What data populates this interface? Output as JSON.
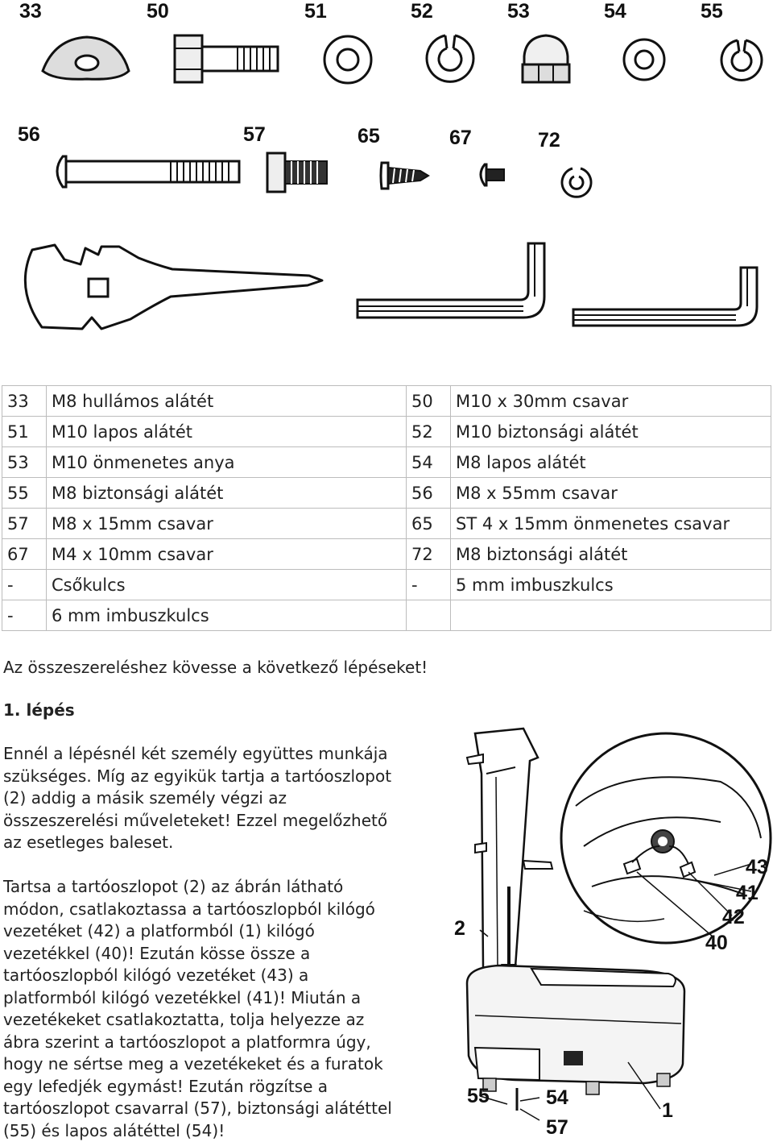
{
  "hardware_labels": [
    "33",
    "50",
    "51",
    "52",
    "53",
    "54",
    "55",
    "56",
    "57",
    "65",
    "67",
    "72"
  ],
  "parts_table": [
    [
      "33",
      "M8 hullámos alátét",
      "50",
      "M10 x 30mm csavar"
    ],
    [
      "51",
      "M10 lapos alátét",
      "52",
      "M10 biztonsági alátét"
    ],
    [
      "53",
      "M10 önmenetes anya",
      "54",
      "M8 lapos alátét"
    ],
    [
      "55",
      "M8 biztonsági alátét",
      "56",
      "M8 x 55mm csavar"
    ],
    [
      "57",
      "M8 x 15mm csavar",
      "65",
      "ST 4 x 15mm önmenetes csavar"
    ],
    [
      "67",
      "M4 x 10mm csavar",
      "72",
      "M8 biztonsági alátét"
    ],
    [
      "-",
      "Csőkulcs",
      "-",
      "5 mm imbuszkulcs"
    ],
    [
      "-",
      "6 mm imbuszkulcs",
      "",
      ""
    ]
  ],
  "intro": "Az összeszereléshez kövesse a következő lépéseket!",
  "step_title": "1. lépés",
  "para1": [
    "Ennél a lépésnél két személy együttes munkája",
    "szükséges. Míg az egyikük tartja a tartóoszlopot",
    "(2) addig a másik személy végzi az",
    "összeszerelési műveleteket! Ezzel megelőzhető",
    "az esetleges baleset."
  ],
  "para2": [
    "Tartsa a tartóoszlopot (2) az ábrán látható",
    "módon, csatlakoztassa a tartóoszlopból kilógó",
    "vezetéket (42) a platformból (1) kilógó",
    "vezetékkel (40)! Ezután kösse össze a",
    "tartóoszlopból kilógó vezetéket (43) a",
    "platformból kilógó vezetékkel (41)! Miután a",
    "vezetékeket csatlakoztatta, tolja helyezze az",
    "ábra szerint a tartóoszlopot a platformra úgy,",
    "hogy ne sértse meg a vezetékeket és a furatok",
    "egy lefedjék egymást! Ezután rögzítse a",
    "tartóoszlopot csavarral (57), biztonsági alátéttel",
    "(55) és lapos alátéttel (54)!"
  ],
  "diagram_labels": [
    "43",
    "41",
    "42",
    "40",
    "2",
    "55",
    "54",
    "57",
    "1"
  ]
}
